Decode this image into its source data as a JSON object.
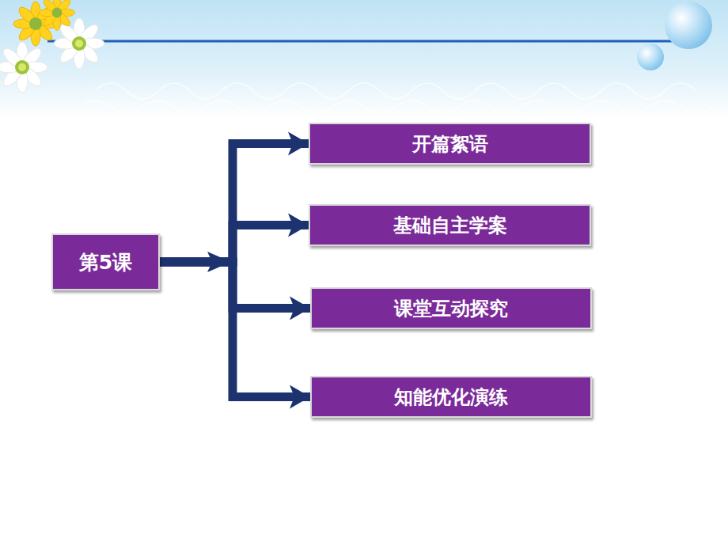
{
  "diagram": {
    "nodes": [
      {
        "text": [
          "第5课"
        ]
      },
      {
        "text": [
          "开篇絮语"
        ]
      },
      {
        "text": [
          "基础自主学案"
        ]
      },
      {
        "text": [
          "课堂互动探究"
        ]
      },
      {
        "text": [
          "知能优化演练"
        ]
      }
    ],
    "edges": [
      {
        "from": 0,
        "to": 1,
        "arrow": "to"
      },
      {
        "from": 0,
        "to": 2,
        "arrow": "to"
      },
      {
        "from": 0,
        "to": 3,
        "arrow": "to"
      },
      {
        "from": 0,
        "to": 4,
        "arrow": "to"
      }
    ]
  }
}
